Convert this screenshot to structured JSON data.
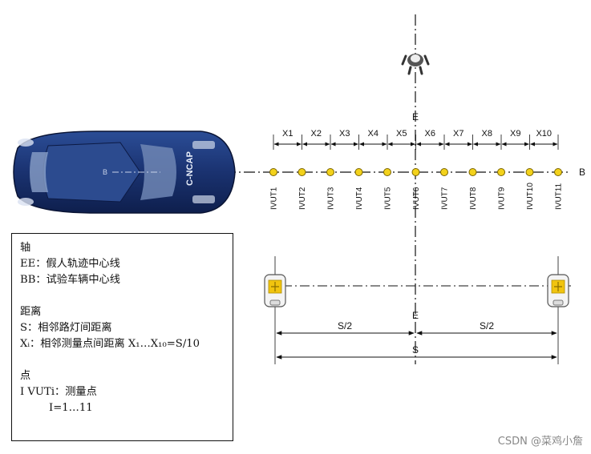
{
  "diagram": {
    "axis_e": "E",
    "axis_b": "B",
    "car_axis_b": "B",
    "car_badge": "C-NCAP",
    "spacing_labels": [
      "X1",
      "X2",
      "X3",
      "X4",
      "X5",
      "X6",
      "X7",
      "X8",
      "X9",
      "X10"
    ],
    "measure_points": [
      "IVUT1",
      "IVUT2",
      "IVUT3",
      "IVUT4",
      "IVUT5",
      "IVUT6",
      "IVUT7",
      "IVUT8",
      "IVUT9",
      "IVUT10",
      "IVUT11"
    ],
    "half_span_left": "S/2",
    "half_span_right": "S/2",
    "full_span": "S",
    "colors": {
      "car_body": "#1f3a7a",
      "point": "#f3d21b",
      "lamp": "#f1c40f",
      "dim": "#111111"
    }
  },
  "legend": {
    "axis_heading": "轴",
    "ee_line": "EE：假人轨迹中心线",
    "bb_line": "BB：试验车辆中心线",
    "distance_heading": "距离",
    "s_line": "S：相邻路灯间距离",
    "xi_line": "Xᵢ：相邻测量点间距离 X₁…X₁₀=S/10",
    "point_heading": "点",
    "ivut_line": "I VUTi：测量点",
    "i_range": "I=1…11"
  },
  "watermark": "CSDN @菜鸡小詹"
}
